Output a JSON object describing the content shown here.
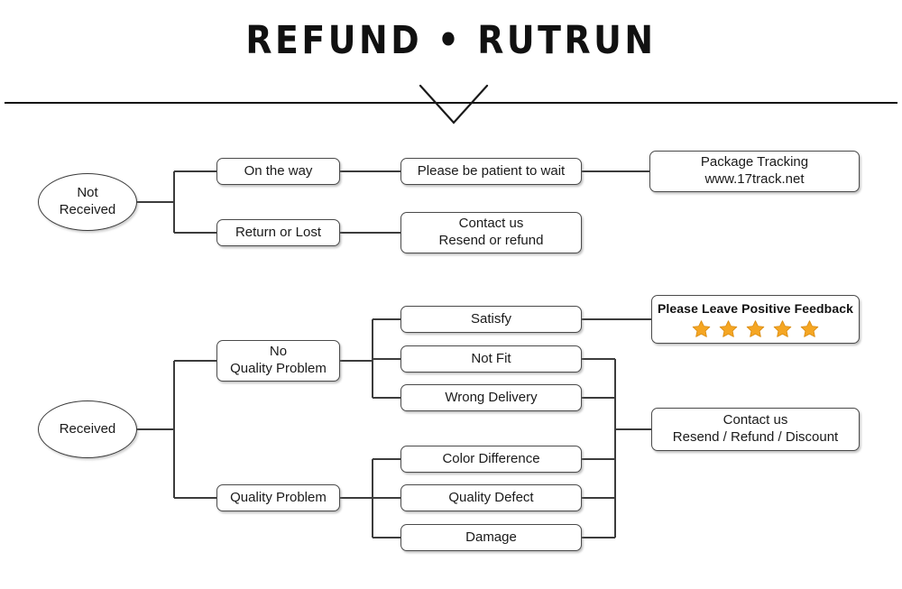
{
  "title": "REFUND • RUTRUN",
  "divider": {
    "icon": "chevron-down-icon"
  },
  "colors": {
    "star_fill": "#F5A623",
    "star_stroke": "#D98B10",
    "box_border": "#4A4A4A",
    "text": "#1A1A1A",
    "rule": "#111111"
  },
  "flow": {
    "not_received": {
      "root": "Not\nReceived",
      "branches": [
        {
          "label": "On the way",
          "next": "Please be patient to wait",
          "final": "Package Tracking\nwww.17track.net"
        },
        {
          "label": "Return or Lost",
          "next": "Contact us\nResend or refund"
        }
      ]
    },
    "received": {
      "root": "Received",
      "groups": [
        {
          "label": "No\nQuality Problem",
          "items": [
            "Satisfy",
            "Not Fit",
            "Wrong Delivery"
          ]
        },
        {
          "label": "Quality Problem",
          "items": [
            "Color Difference",
            "Quality Defect",
            "Damage"
          ]
        }
      ],
      "outcomes": {
        "feedback": {
          "text": "Please Leave Positive Feedback",
          "stars": 5
        },
        "contact": "Contact us\nResend / Refund / Discount"
      }
    }
  },
  "nodes": {
    "not_received": "Not\nReceived",
    "on_the_way": "On the way",
    "return_or_lost": "Return or Lost",
    "please_wait": "Please be patient to wait",
    "package_tracking": "Package Tracking\nwww.17track.net",
    "contact_resend_refund": "Contact us\nResend or refund",
    "received": "Received",
    "no_quality_problem": "No\nQuality Problem",
    "quality_problem": "Quality Problem",
    "satisfy": "Satisfy",
    "not_fit": "Not Fit",
    "wrong_delivery": "Wrong Delivery",
    "color_difference": "Color Difference",
    "quality_defect": "Quality Defect",
    "damage": "Damage",
    "feedback_text": "Please Leave Positive Feedback",
    "contact_discount": "Contact us\nResend / Refund / Discount"
  }
}
